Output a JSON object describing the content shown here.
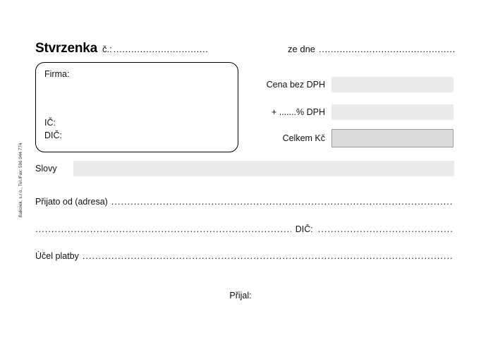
{
  "document": {
    "title": "Stvrzenka",
    "title_suffix": "č.:",
    "title_dots": "................................",
    "date_label": "ze dne",
    "date_dots": ".............................................."
  },
  "company_box": {
    "firma_label": "Firma:",
    "ic_label": "IČ:",
    "dic_label": "DIČ:"
  },
  "amounts": [
    {
      "label": "Cena bez DPH",
      "value": "",
      "style": "plain"
    },
    {
      "label": "+ .......% DPH",
      "value": "",
      "style": "plain"
    },
    {
      "label": "Celkem Kč",
      "value": "",
      "style": "total"
    }
  ],
  "slovy": {
    "label": "Slovy",
    "value": ""
  },
  "lines": {
    "prijato_label": "Přijato od (adresa)",
    "prijato_dots": "................................................................................................................................................",
    "dic_lead_dots": "..............................................................................................................",
    "dic_label": "DIČ:",
    "dic_trail_dots": "..........................................................",
    "ucel_label": "Účel platby",
    "ucel_dots": "..........................................................................................................................................................."
  },
  "footer": {
    "prijal_label": "Přijal:"
  },
  "margin": {
    "publisher_credit": "Bakolek, s.r.o., Tel./Fax: 596 044 774"
  },
  "colors": {
    "page_background": "#ffffff",
    "field_fill": "#eaeaea",
    "total_field_fill": "#dcdcdc",
    "total_field_border": "#9a9a9a",
    "box_border": "#000000",
    "text": "#111111"
  }
}
